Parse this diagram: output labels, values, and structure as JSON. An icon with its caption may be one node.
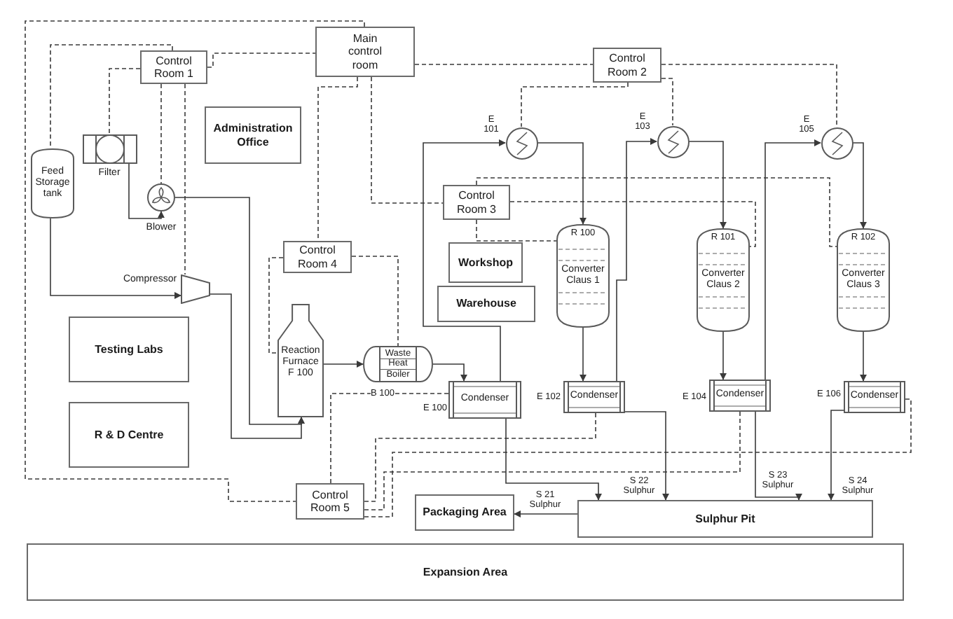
{
  "diagram": {
    "nodes": [
      {
        "text": [
          "Control Room 1"
        ]
      },
      {
        "text": [
          "Main control room"
        ]
      },
      {
        "text": [
          "Control Room 2"
        ]
      },
      {
        "text": [
          "Administration Office"
        ]
      },
      {
        "text": [
          "Feed Storage tank"
        ]
      },
      {
        "text": [],
        "shape": "picture",
        "beside": [
          "Filter"
        ]
      },
      {
        "text": [],
        "shape": "picture",
        "beside": [
          "Blower"
        ]
      },
      {
        "text": [],
        "shape": "picture",
        "beside": [
          "E 101"
        ]
      },
      {
        "text": [],
        "shape": "picture",
        "beside": [
          "E 103"
        ]
      },
      {
        "text": [],
        "shape": "picture",
        "beside": [
          "E 105"
        ]
      },
      {
        "text": [
          "Control Room 3"
        ]
      },
      {
        "text": [
          "R 100",
          "Converter Claus 1"
        ]
      },
      {
        "text": [
          "R 101",
          "Converter Claus 2"
        ]
      },
      {
        "text": [
          "R 102",
          "Converter Claus 3"
        ]
      },
      {
        "text": [
          "Control Room 4"
        ]
      },
      {
        "text": [
          "Workshop"
        ]
      },
      {
        "text": [
          "Warehouse"
        ]
      },
      {
        "text": [],
        "shape": "trapezoid",
        "beside": [
          "Compressor"
        ]
      },
      {
        "text": [
          "Testing Labs"
        ]
      },
      {
        "text": [
          "Reaction Furnace F 100"
        ]
      },
      {
        "text": [
          "Waste Heat Boiler"
        ]
      },
      {
        "text": [
          "Condenser"
        ],
        "beside": [
          "E 100"
        ]
      },
      {
        "text": [
          "Condenser"
        ],
        "beside": [
          "E 102"
        ]
      },
      {
        "text": [
          "Condenser"
        ],
        "beside": [
          "E 104"
        ]
      },
      {
        "text": [
          "Condenser"
        ],
        "beside": [
          "E 106"
        ]
      },
      {
        "text": [
          "R & D Centre"
        ]
      },
      {
        "text": [
          "Control Room 5"
        ]
      },
      {
        "text": [
          "Packaging Area"
        ]
      },
      {
        "text": [
          "Sulphur Pit"
        ]
      },
      {
        "text": [
          "Expansion Area"
        ]
      }
    ],
    "edges": [
      {
        "from": 1,
        "to": 26,
        "arrow": "none",
        "style": "dashed"
      },
      {
        "from": 0,
        "to": 4,
        "arrow": "none",
        "style": "dashed"
      },
      {
        "from": 0,
        "to": 1,
        "arrow": "none",
        "style": "dashed"
      },
      {
        "from": 0,
        "to": 5,
        "arrow": "none",
        "style": "dashed"
      },
      {
        "from": 0,
        "to": 6,
        "arrow": "none",
        "style": "dashed"
      },
      {
        "from": 0,
        "to": 17,
        "arrow": "none",
        "style": "dashed"
      },
      {
        "from": 1,
        "to": 2,
        "arrow": "none",
        "style": "dashed"
      },
      {
        "from": 1,
        "to": 14,
        "arrow": "none",
        "style": "dashed"
      },
      {
        "from": 1,
        "to": 10,
        "arrow": "none",
        "style": "dashed"
      },
      {
        "from": 2,
        "to": 7,
        "arrow": "none",
        "style": "dashed"
      },
      {
        "from": 2,
        "to": 8,
        "arrow": "none",
        "style": "dashed"
      },
      {
        "from": 2,
        "to": 9,
        "arrow": "none",
        "style": "dashed"
      },
      {
        "from": 10,
        "to": 11,
        "arrow": "none",
        "style": "dashed"
      },
      {
        "from": 10,
        "to": 12,
        "arrow": "none",
        "style": "dashed"
      },
      {
        "from": 10,
        "to": 13,
        "arrow": "none",
        "style": "dashed"
      },
      {
        "from": 14,
        "to": 19,
        "arrow": "none",
        "style": "dashed"
      },
      {
        "from": 14,
        "to": 20,
        "arrow": "none",
        "style": "dashed"
      },
      {
        "from": 26,
        "to": 21,
        "arrow": "none",
        "style": "dashed",
        "label": "B 100"
      },
      {
        "from": 26,
        "to": 22,
        "arrow": "none",
        "style": "dashed"
      },
      {
        "from": 26,
        "to": 23,
        "arrow": "none",
        "style": "dashed"
      },
      {
        "from": 26,
        "to": 24,
        "arrow": "none",
        "style": "dashed"
      },
      {
        "from": 4,
        "to": 17,
        "arrow": "to"
      },
      {
        "from": 5,
        "to": 6,
        "arrow": "to"
      },
      {
        "from": 17,
        "to": 19,
        "arrow": "to"
      },
      {
        "from": 6,
        "to": 19,
        "arrow": "to"
      },
      {
        "from": 19,
        "to": 20,
        "arrow": "to"
      },
      {
        "from": 20,
        "to": 21,
        "arrow": "to"
      },
      {
        "from": 21,
        "to": 7,
        "arrow": "to"
      },
      {
        "from": 7,
        "to": 11,
        "arrow": "to"
      },
      {
        "from": 11,
        "to": 22,
        "arrow": "to"
      },
      {
        "from": 22,
        "to": 8,
        "arrow": "to"
      },
      {
        "from": 8,
        "to": 12,
        "arrow": "to"
      },
      {
        "from": 12,
        "to": 23,
        "arrow": "to"
      },
      {
        "from": 23,
        "to": 9,
        "arrow": "to"
      },
      {
        "from": 9,
        "to": 13,
        "arrow": "to"
      },
      {
        "from": 13,
        "to": 24,
        "arrow": "to"
      },
      {
        "from": 21,
        "to": 28,
        "arrow": "to"
      },
      {
        "from": 22,
        "to": 28,
        "arrow": "to",
        "label": "S 22 Sulphur"
      },
      {
        "from": 23,
        "to": 28,
        "arrow": "to",
        "label": "S 23 Sulphur"
      },
      {
        "from": 24,
        "to": 28,
        "arrow": "to",
        "label": "S 24 Sulphur"
      },
      {
        "from": 28,
        "to": 27,
        "arrow": "to",
        "label": "S 21 Sulphur"
      }
    ]
  }
}
